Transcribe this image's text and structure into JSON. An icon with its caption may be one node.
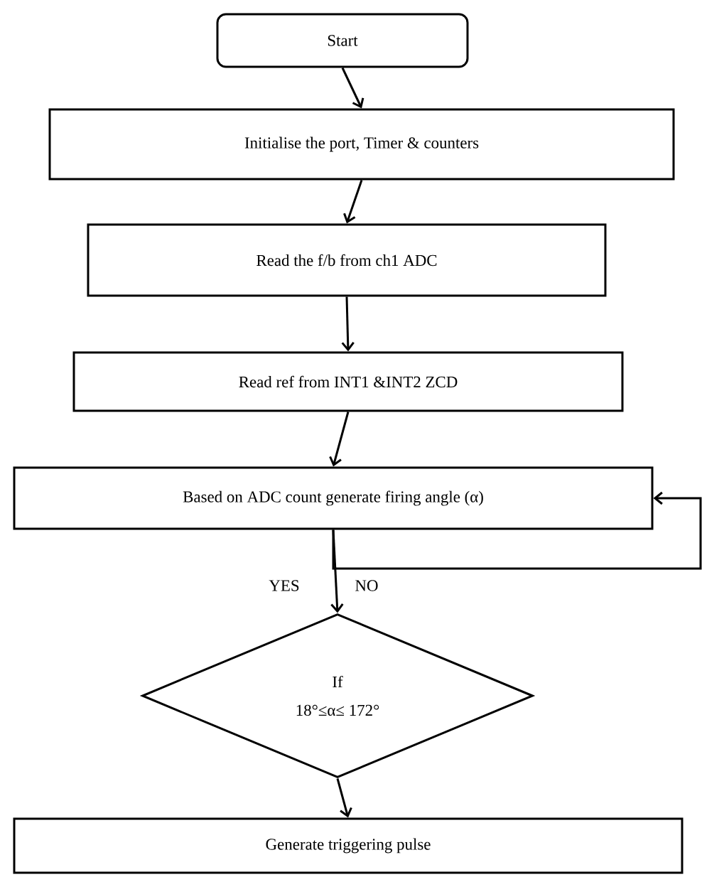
{
  "diagram": {
    "nodes": [
      {
        "text": [
          "Start"
        ]
      },
      {
        "text": [
          "Initialise the port, Timer & counters"
        ]
      },
      {
        "text": [
          "Read the f/b from ch1 ADC"
        ]
      },
      {
        "text": [
          "Read ref from INT1 &INT2 ZCD"
        ]
      },
      {
        "text": [
          "Based on ADC count generate firing angle (α)"
        ]
      },
      {
        "text": [
          "If",
          "18°≤α≤ 172°"
        ]
      },
      {
        "text": [
          "Generate triggering pulse"
        ]
      }
    ],
    "edges": [
      {
        "from": 0,
        "to": 1,
        "arrow": "to"
      },
      {
        "from": 1,
        "to": 2,
        "arrow": "to"
      },
      {
        "from": 2,
        "to": 3,
        "arrow": "to"
      },
      {
        "from": 3,
        "to": 4,
        "arrow": "to"
      },
      {
        "from": 4,
        "to": 5,
        "arrow": "to"
      },
      {
        "from": 4,
        "to": 4,
        "arrow": "to"
      },
      {
        "from": 5,
        "to": 6,
        "arrow": "to"
      }
    ],
    "labels": [
      "YES",
      "NO"
    ]
  }
}
